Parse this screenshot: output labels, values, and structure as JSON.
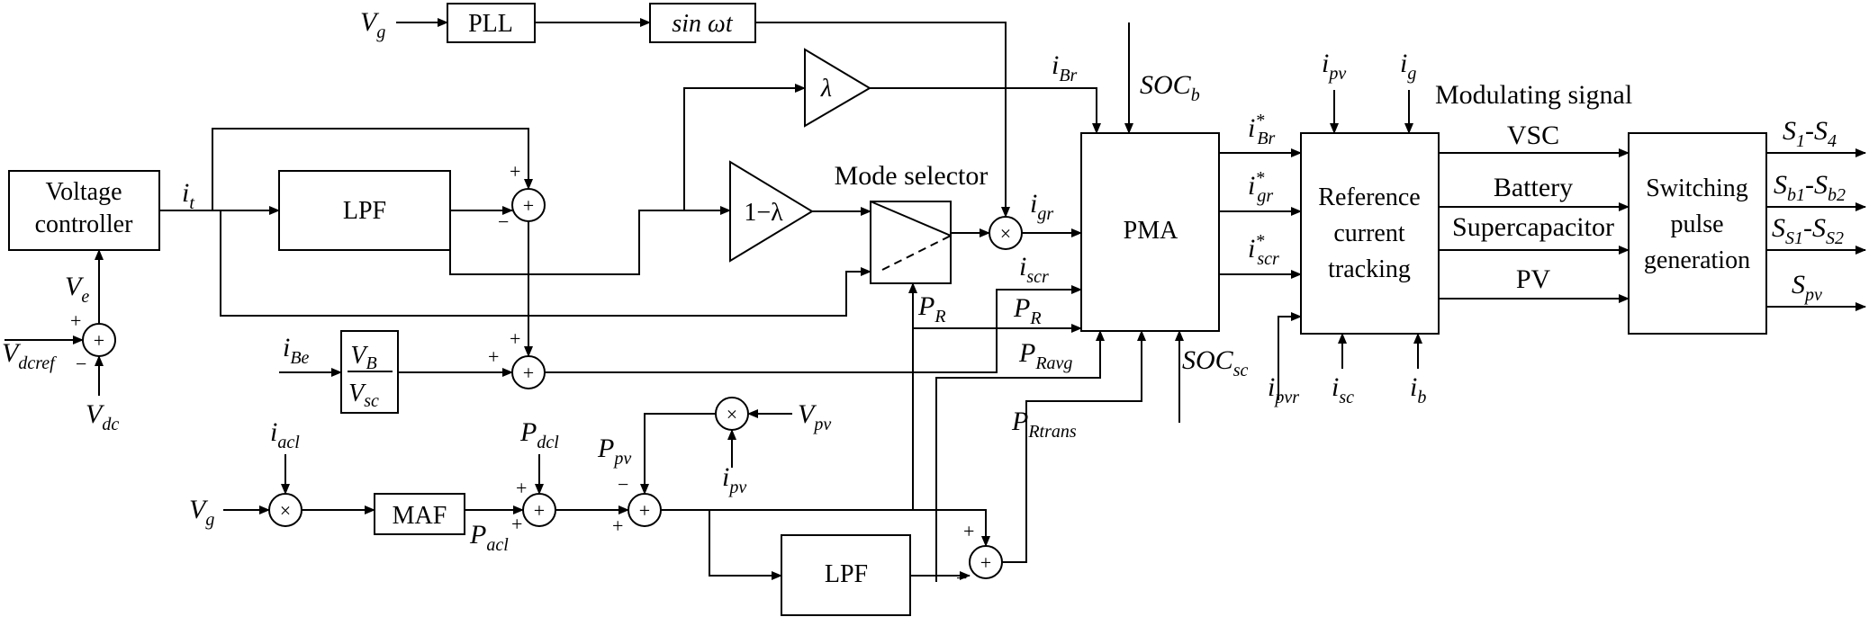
{
  "blocks": {
    "voltage_controller_line1": "Voltage",
    "voltage_controller_line2": "controller",
    "lpf_top": "LPF",
    "lpf_bottom": "LPF",
    "pll": "PLL",
    "sin": "sin ωt",
    "lambda": "λ",
    "one_minus_lambda": "1−λ",
    "mode_selector": "Mode selector",
    "pma": "PMA",
    "maf": "MAF",
    "vb_num": "V",
    "vb_num_sub": "B",
    "vsc_den": "V",
    "vsc_den_sub": "sc",
    "reference_line1": "Reference",
    "reference_line2": "current",
    "reference_line3": "tracking",
    "switching_line1": "Switching",
    "switching_line2": "pulse",
    "switching_line3": "generation"
  },
  "operators": {
    "sum": "+",
    "mult": "×",
    "plus": "+",
    "minus": "−"
  },
  "signals": {
    "vg": "V",
    "vg_sub": "g",
    "it": "i",
    "it_sub": "t",
    "ve": "V",
    "ve_sub": "e",
    "vdcref": "V",
    "vdcref_sub": "dcref",
    "vdc": "V",
    "vdc_sub": "dc",
    "ibe": "i",
    "ibe_sub": "Be",
    "ibr": "i",
    "ibr_sub": "Br",
    "igr": "i",
    "igr_sub": "gr",
    "iscr": "i",
    "iscr_sub": "scr",
    "pr": "P",
    "pr_sub": "R",
    "pravg": "P",
    "pravg_sub": "Ravg",
    "prtrans": "P",
    "prtrans_sub": "Rtrans",
    "socb": "SOC",
    "socb_sub": "b",
    "socsc": "SOC",
    "socsc_sub": "sc",
    "ibr_star": "i",
    "ibr_star_sub": "Br",
    "star": "*",
    "igr_star": "i",
    "igr_star_sub": "gr",
    "iscr_star": "i",
    "iscr_star_sub": "scr",
    "ipv": "i",
    "ipv_sub": "pv",
    "ig": "i",
    "ig_sub": "g",
    "ipvr": "i",
    "ipvr_sub": "pvr",
    "isc": "i",
    "isc_sub": "sc",
    "ib": "i",
    "ib_sub": "b",
    "iacl": "i",
    "iacl_sub": "acl",
    "pdcl": "P",
    "pdcl_sub": "dcl",
    "pacl": "P",
    "pacl_sub": "acl",
    "ppv": "P",
    "ppv_sub": "pv",
    "vpv": "V",
    "vpv_sub": "pv"
  },
  "modulating": {
    "title": "Modulating signal",
    "vsc": "VSC",
    "battery": "Battery",
    "supercapacitor": "Supercapacitor",
    "pv": "PV"
  },
  "outputs": {
    "s1": "S",
    "s1_sub": "1",
    "s1_dash": "-S",
    "s4_sub": "4",
    "sb": "S",
    "sb1_sub": "b1",
    "sb_dash": "-S",
    "sb2_sub": "b2",
    "ss": "S",
    "ss1_sub": "S1",
    "ss_dash": "-S",
    "ss2_sub": "S2",
    "spv": "S",
    "spv_sub": "pv"
  }
}
